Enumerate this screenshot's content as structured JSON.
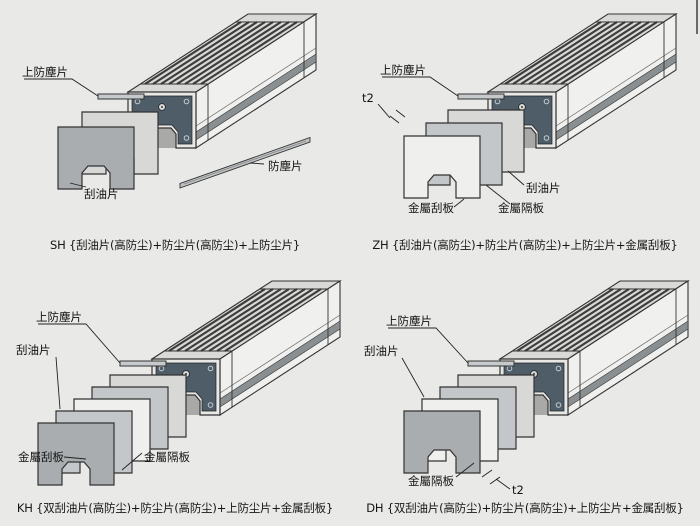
{
  "colors": {
    "background": "#e9e9e7",
    "line": "#333333",
    "seal_insert": "#4e5d68"
  },
  "panels": [
    {
      "id": "sh",
      "caption": "SH {刮油片(高防尘)+防尘片(高防尘)+上防尘片}",
      "labels": {
        "upper_dust_seal": "上防塵片",
        "dust_seal": "防塵片",
        "oil_scraper": "刮油片"
      }
    },
    {
      "id": "zh",
      "caption": "ZH {刮油片(高防尘)+防尘片(高防尘)+上防尘片+金属刮板}",
      "labels": {
        "upper_dust_seal": "上防塵片",
        "thickness": "t2",
        "oil_scraper": "刮油片",
        "metal_scraper": "金屬刮板",
        "metal_spacer": "金屬隔板"
      }
    },
    {
      "id": "kh",
      "caption": "KH {双刮油片(高防尘)+防尘片(高防尘)+上防尘片+金属刮板}",
      "labels": {
        "upper_dust_seal": "上防塵片",
        "oil_scraper": "刮油片",
        "metal_scraper": "金屬刮板",
        "metal_spacer": "金屬隔板"
      }
    },
    {
      "id": "dh",
      "caption": "DH {双刮油片(高防尘)+防尘片(高防尘)+上防尘片+金属刮板}",
      "labels": {
        "upper_dust_seal": "上防塵片",
        "oil_scraper": "刮油片",
        "metal_spacer": "金屬隔板",
        "thickness": "t2"
      }
    }
  ]
}
